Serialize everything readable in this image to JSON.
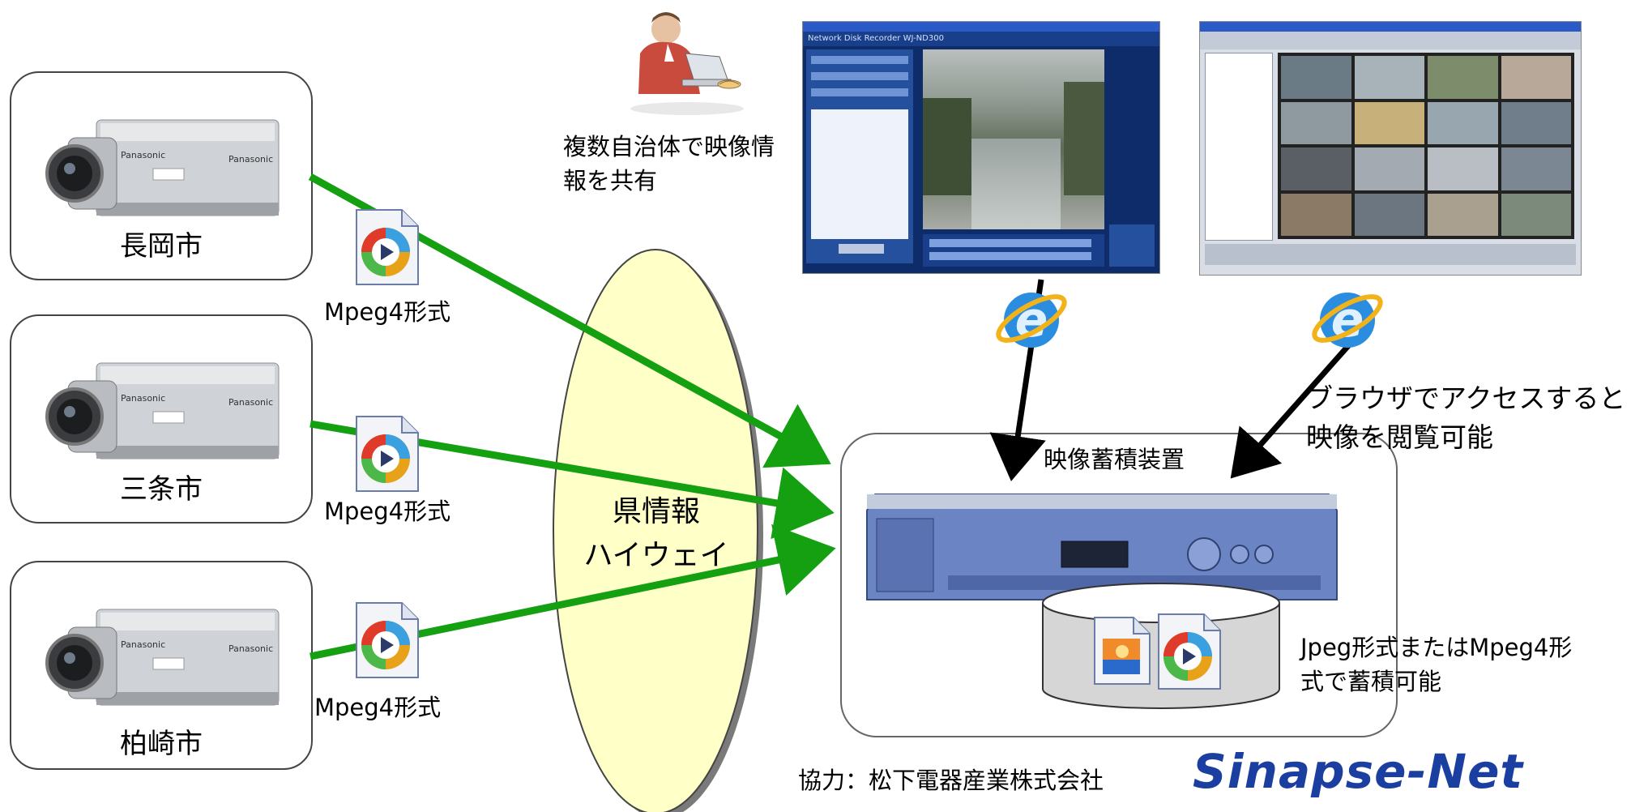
{
  "cities": [
    "長岡市",
    "三条市",
    "柏崎市"
  ],
  "format_label": "Mpeg4形式",
  "network": {
    "line1": "県情報",
    "line2": "ハイウェイ"
  },
  "share_text": {
    "line1": "複数自治体で映像情",
    "line2": "報を共有"
  },
  "browser_text": {
    "line1": "ブラウザでアクセスすると",
    "line2": "映像を閲覧可能"
  },
  "storage": {
    "title": "映像蓄積装置",
    "note_line1": "Jpeg形式またはMpeg4形",
    "note_line2": "式で蓄積可能"
  },
  "credit": "協力：松下電器産業株式会社",
  "logo_text": "Sinapse-Net",
  "screens": {
    "recorder_title": "Network Disk Recorder WJ-ND300"
  },
  "colors": {
    "green_arrow": "#15a012",
    "black_arrow": "#000000",
    "ellipse_fill": "#ffffc8",
    "logo": "#1b3fa0"
  }
}
